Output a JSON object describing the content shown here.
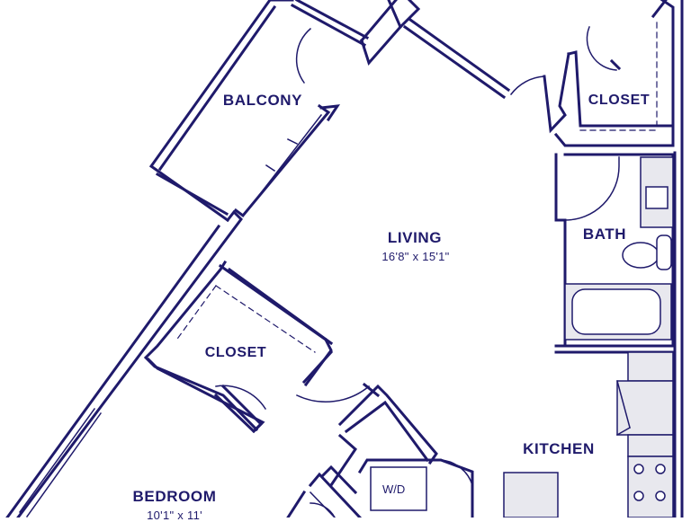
{
  "colors": {
    "wall": "#1f1a6b",
    "fill": "#e8e8ee",
    "background": "#ffffff"
  },
  "rooms": {
    "balcony": {
      "name": "BALCONY"
    },
    "living": {
      "name": "LIVING",
      "dimensions": "16'8\" x 15'1\""
    },
    "closet_top": {
      "name": "CLOSET"
    },
    "bath": {
      "name": "BATH"
    },
    "closet_mid": {
      "name": "CLOSET"
    },
    "kitchen": {
      "name": "KITCHEN"
    },
    "bedroom": {
      "name": "BEDROOM",
      "dimensions": "10'1\" x 11'"
    },
    "laundry": {
      "name": "W/D"
    }
  }
}
